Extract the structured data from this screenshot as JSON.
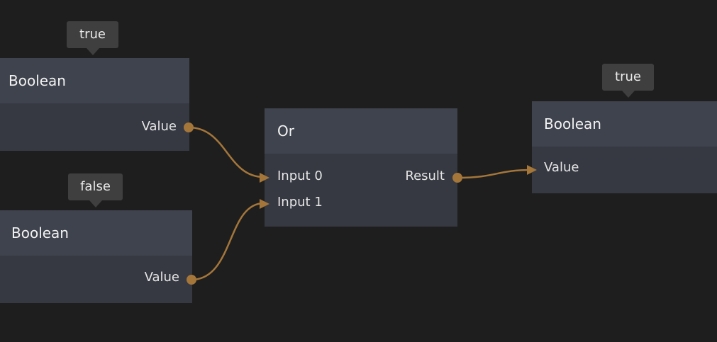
{
  "nodes": {
    "bool_top_left": {
      "title": "Boolean",
      "output_label": "Value",
      "tooltip": "true"
    },
    "bool_bottom_left": {
      "title": "Boolean",
      "output_label": "Value",
      "tooltip": "false"
    },
    "or_node": {
      "title": "Or",
      "input0_label": "Input 0",
      "input1_label": "Input 1",
      "output_label": "Result"
    },
    "bool_right": {
      "title": "Boolean",
      "input_label": "Value",
      "tooltip": "true"
    }
  },
  "colors": {
    "background": "#1e1e1e",
    "node_header": "#3f434d",
    "node_body": "#363942",
    "wire": "#a4763a",
    "tooltip": "#3f3f3f"
  }
}
